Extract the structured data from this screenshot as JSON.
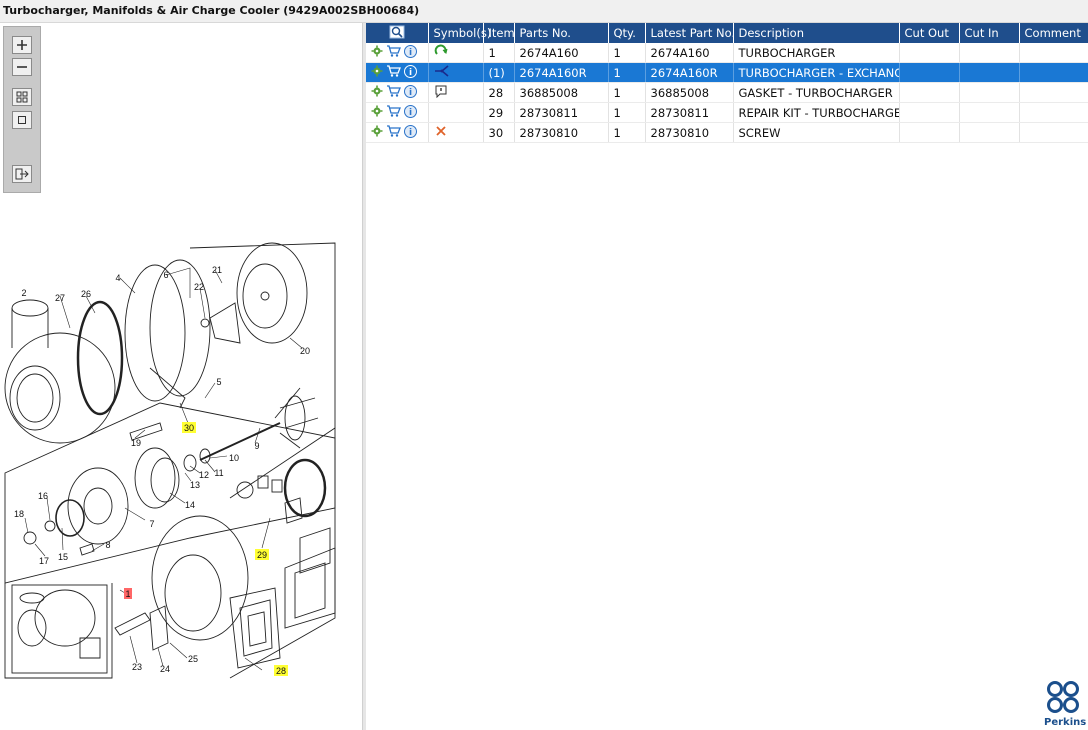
{
  "window": {
    "title": "Turbocharger, Manifolds & Air Charge Cooler (9429A002SBH00684)"
  },
  "toolbar": {
    "icons": [
      "zoom-in-icon",
      "zoom-out-icon",
      "fit-all-icon",
      "fit-window-icon",
      "export-icon"
    ]
  },
  "table": {
    "headers": {
      "symbols": "Symbol(s)",
      "item": "Item",
      "parts_no": "Parts No.",
      "qty": "Qty.",
      "latest": "Latest Part No.",
      "description": "Description",
      "cut_out": "Cut Out",
      "cut_in": "Cut In",
      "comment": "Comment"
    },
    "rows": [
      {
        "item": "1",
        "parts_no": "2674A160",
        "qty": "1",
        "latest": "2674A160",
        "description": "TURBOCHARGER",
        "cut_out": "",
        "cut_in": "",
        "comment": "",
        "symbol": "exchange-arrow-icon",
        "selected": false
      },
      {
        "item": "(1)",
        "parts_no": "2674A160R",
        "qty": "1",
        "latest": "2674A160R",
        "description": "TURBOCHARGER - EXCHANGE",
        "cut_out": "",
        "cut_in": "",
        "comment": "",
        "symbol": "split-arrow-icon",
        "selected": true
      },
      {
        "item": "28",
        "parts_no": "36885008",
        "qty": "1",
        "latest": "36885008",
        "description": "GASKET - TURBOCHARGER",
        "cut_out": "",
        "cut_in": "",
        "comment": "",
        "symbol": "note-icon",
        "selected": false
      },
      {
        "item": "29",
        "parts_no": "28730811",
        "qty": "1",
        "latest": "28730811",
        "description": "REPAIR KIT - TURBOCHARGER",
        "cut_out": "",
        "cut_in": "",
        "comment": "",
        "symbol": "",
        "selected": false
      },
      {
        "item": "30",
        "parts_no": "28730810",
        "qty": "1",
        "latest": "28730810",
        "description": "SCREW",
        "cut_out": "",
        "cut_in": "",
        "comment": "",
        "symbol": "cross-icon",
        "selected": false
      }
    ]
  },
  "diagram": {
    "callouts": [
      "2",
      "27",
      "26",
      "4",
      "6",
      "21",
      "22",
      "20",
      "5",
      "30",
      "19",
      "9",
      "10",
      "11",
      "12",
      "13",
      "14",
      "16",
      "18",
      "17",
      "15",
      "8",
      "7",
      "29",
      "1",
      "23",
      "24",
      "25",
      "28"
    ],
    "highlighted": [
      "30",
      "29",
      "28"
    ],
    "selected": [
      "1"
    ]
  },
  "brand": {
    "name": "Perkins",
    "color": "#1b4f8c"
  },
  "colors": {
    "header": "#1f4e8c",
    "selected_row": "#1a78d4",
    "highlight": "#ffff33",
    "selected_callout": "#ff6666"
  }
}
